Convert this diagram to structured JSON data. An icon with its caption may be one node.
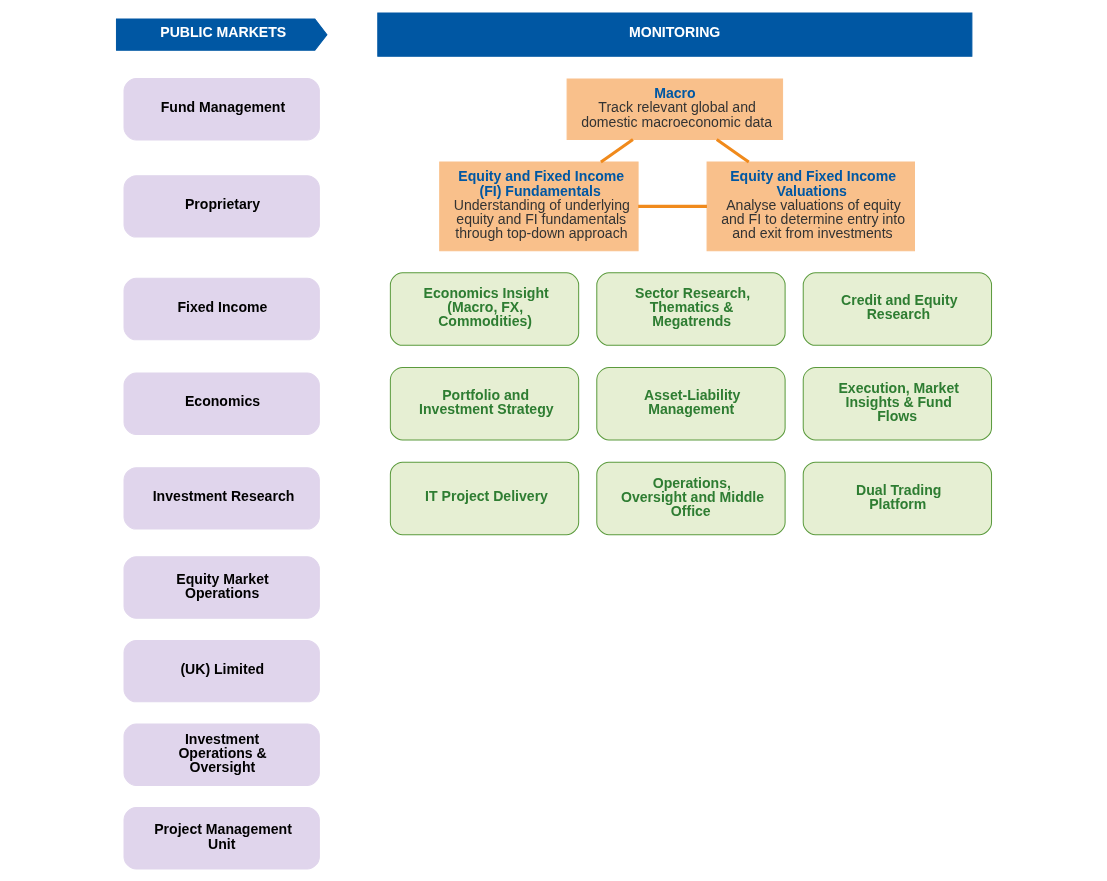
{
  "diagram": {
    "nodes": [
      {
        "text": [
          "PUBLIC MARKETS"
        ]
      },
      {
        "text": [
          "Fund Management"
        ]
      },
      {
        "text": [
          "Proprietary"
        ]
      },
      {
        "text": [
          "Fixed Income"
        ]
      },
      {
        "text": [
          "Economics"
        ]
      },
      {
        "text": [
          "Investment Research"
        ]
      },
      {
        "text": [
          "Equity Market Operations"
        ]
      },
      {
        "text": [
          "(UK) Limited"
        ]
      },
      {
        "text": [
          "Investment Operations & Oversight"
        ]
      },
      {
        "text": [
          "Project Management Unit"
        ]
      },
      {
        "text": [
          "MONITORING"
        ]
      },
      {
        "text": [
          "Macro",
          "Track relevant global and domestic macroeconomic data"
        ]
      },
      {
        "text": [
          "Equity and Fixed Income (FI) Fundamentals",
          "Understanding of underlying equity and FI fundamentals through top-down approach"
        ]
      },
      {
        "text": [
          "Equity and Fixed Income Valuations",
          "Analyse valuations of equity and FI to determine entry into and exit from investments"
        ]
      },
      {
        "text": [
          "Economics Insight (Macro, FX, Commodities)"
        ]
      },
      {
        "text": [
          "Sector Research, Thematics & Megatrends"
        ]
      },
      {
        "text": [
          "Credit and Equity Research"
        ]
      },
      {
        "text": [
          "Portfolio and Investment Strategy"
        ]
      },
      {
        "text": [
          "Asset-Liability Management"
        ]
      },
      {
        "text": [
          "Execution, Market Insights & Fund Flows"
        ]
      },
      {
        "text": [
          "IT Project Delivery"
        ]
      },
      {
        "text": [
          "Operations, Oversight and Middle Office"
        ]
      },
      {
        "text": [
          "Dual Trading Platform"
        ]
      }
    ],
    "edges": [
      {
        "from": 11,
        "to": 12,
        "arrow": "none"
      },
      {
        "from": 11,
        "to": 13,
        "arrow": "none"
      },
      {
        "from": 12,
        "to": 13,
        "arrow": "none"
      }
    ]
  }
}
